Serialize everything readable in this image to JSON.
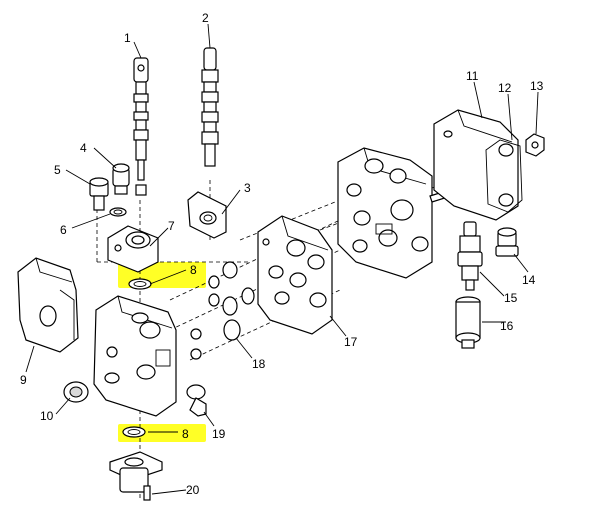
{
  "callouts": {
    "c1": "1",
    "c2": "2",
    "c3": "3",
    "c4": "4",
    "c5": "5",
    "c6": "6",
    "c7": "7",
    "c8a": "8",
    "c8b": "8",
    "c9": "9",
    "c10": "10",
    "c11": "11",
    "c12": "12",
    "c13": "13",
    "c14": "14",
    "c15": "15",
    "c16": "16",
    "c17": "17",
    "c18": "18",
    "c19": "19",
    "c20": "20"
  },
  "highlight_color": "#ffff00",
  "line_color": "#000000"
}
